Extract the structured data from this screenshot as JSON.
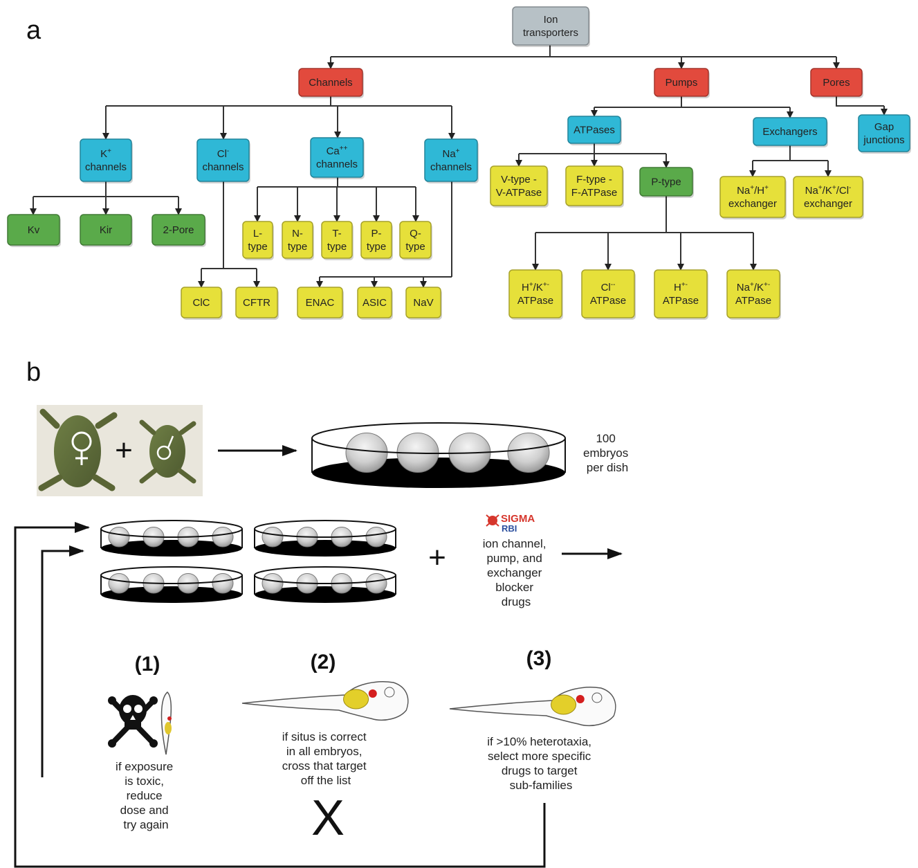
{
  "panels": {
    "a": "a",
    "b": "b"
  },
  "colors": {
    "gray": "#b7c1c6",
    "red": "#e24a3d",
    "blue": "#2fb8d6",
    "green": "#5aaa4a",
    "yellow": "#e6e03a"
  },
  "nodes": {
    "ion_transporters": [
      "Ion",
      "transporters"
    ],
    "channels": [
      "Channels"
    ],
    "pumps": [
      "Pumps"
    ],
    "pores": [
      "Pores"
    ],
    "k_channels": [
      "K^+",
      "channels"
    ],
    "cl_channels": [
      "Cl^-",
      "channels"
    ],
    "ca_channels": [
      "Ca^++",
      "channels"
    ],
    "na_channels": [
      "Na^+",
      "channels"
    ],
    "kv": [
      "Kv"
    ],
    "kir": [
      "Kir"
    ],
    "two_pore": [
      "2-Pore"
    ],
    "clc": [
      "ClC"
    ],
    "cftr": [
      "CFTR"
    ],
    "l_type": [
      "L-",
      "type"
    ],
    "n_type": [
      "N-",
      "type"
    ],
    "t_type": [
      "T-",
      "type"
    ],
    "p_type_ca": [
      "P-",
      "type"
    ],
    "q_type": [
      "Q-",
      "type"
    ],
    "enac": [
      "ENAC"
    ],
    "asic": [
      "ASIC"
    ],
    "nav": [
      "NaV"
    ],
    "atpases": [
      "ATPases"
    ],
    "exchangers": [
      "Exchangers"
    ],
    "gap_junctions": [
      "Gap",
      "junctions"
    ],
    "v_type": [
      "V-type -",
      "V-ATPase"
    ],
    "f_type": [
      "F-type -",
      "F-ATPase"
    ],
    "p_type": [
      "P-type"
    ],
    "nah_exchanger": [
      "Na^+/H^+",
      "exchanger"
    ],
    "nakcl_exchanger": [
      "Na^+/K^+/Cl^-",
      "exchanger"
    ],
    "hk_atpase": [
      "H^+/K^+-",
      "ATPase"
    ],
    "cl_atpase": [
      "Cl^--",
      "ATPase"
    ],
    "h_atpase": [
      "H^+-",
      "ATPase"
    ],
    "nak_atpase": [
      "Na^+/K^+-",
      "ATPase"
    ]
  },
  "panel_b": {
    "plus": "+",
    "embryos_per_dish": [
      "100",
      "embryos",
      "per dish"
    ],
    "sigma_logo": [
      "SIGMA",
      "RBI"
    ],
    "drugs": [
      "ion channel,",
      "pump, and",
      "exchanger",
      "blocker",
      "drugs"
    ],
    "steps": [
      {
        "num": "(1)",
        "text": [
          "if exposure",
          "is toxic,",
          "reduce",
          "dose and",
          "try again"
        ]
      },
      {
        "num": "(2)",
        "text": [
          "if situs is correct",
          "in all embryos,",
          "cross that target",
          "off the list"
        ],
        "mark": "X"
      },
      {
        "num": "(3)",
        "text": [
          "if >10% heterotaxia,",
          "select more specific",
          "drugs to target",
          "sub-families"
        ]
      }
    ]
  }
}
